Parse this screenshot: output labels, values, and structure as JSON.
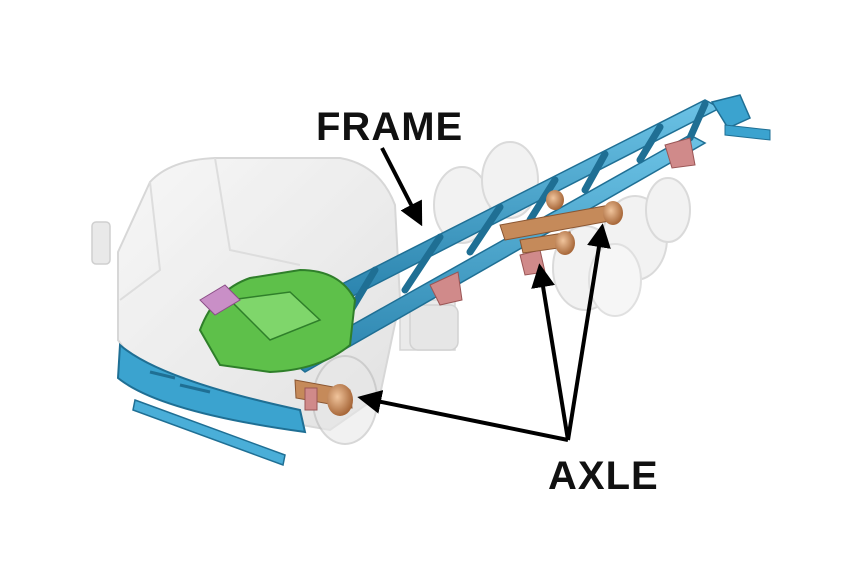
{
  "labels": {
    "frame": "FRAME",
    "axle": "AXLE"
  },
  "colors": {
    "frame": "#3ba3cf",
    "frame_dark": "#1f6f94",
    "engine": "#5ec04a",
    "engine_dark": "#2f7f2a",
    "axle": "#c58a5a",
    "bracket": "#d08a8a",
    "cab_ghost": "#e6e6e6",
    "wheel_ghost": "#d9d9d9",
    "arrow": "#000000",
    "label": "#111111"
  },
  "icons": [
    "cab-ghost",
    "chassis-frame",
    "engine-block",
    "front-axle",
    "rear-axles",
    "wheels"
  ]
}
